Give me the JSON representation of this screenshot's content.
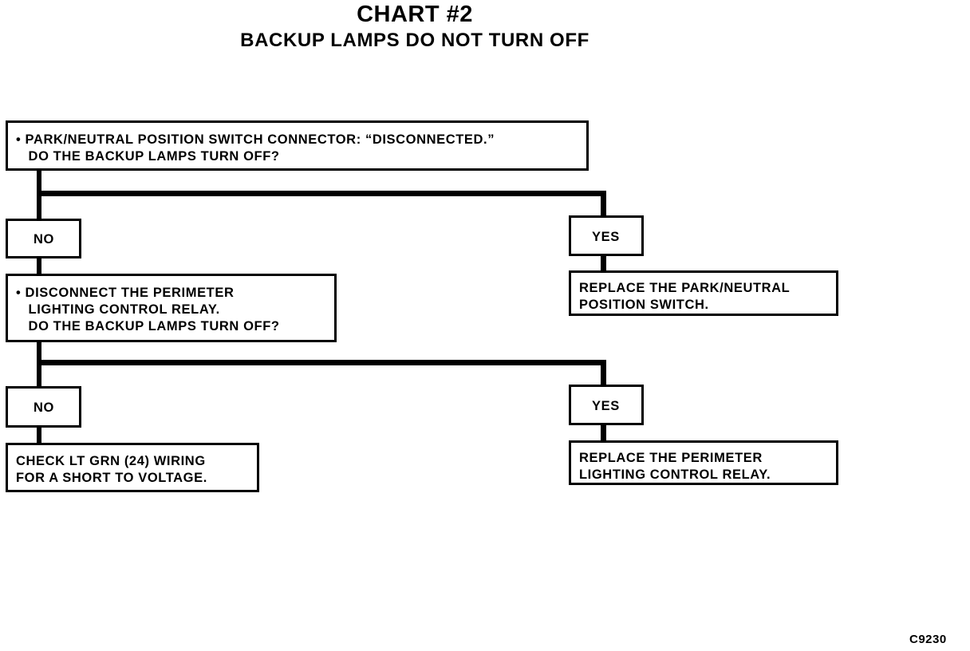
{
  "title": "CHART #2",
  "subtitle": "BACKUP LAMPS DO NOT TURN OFF",
  "boxes": {
    "step1": "• PARK/NEUTRAL POSITION SWITCH CONNECTOR: “DISCONNECTED.”\n   DO THE BACKUP LAMPS TURN OFF?",
    "no1": "NO",
    "yes1": "YES",
    "step2": "• DISCONNECT THE PERIMETER\n   LIGHTING CONTROL RELAY.\n   DO THE BACKUP LAMPS TURN OFF?",
    "result_yes1": "REPLACE THE PARK/NEUTRAL\nPOSITION SWITCH.",
    "no2": "NO",
    "yes2": "YES",
    "result_no2": "CHECK LT GRN (24) WIRING\nFOR A SHORT TO VOLTAGE.",
    "result_yes2": "REPLACE THE PERIMETER\nLIGHTING CONTROL RELAY."
  },
  "figure_code": "C9230"
}
